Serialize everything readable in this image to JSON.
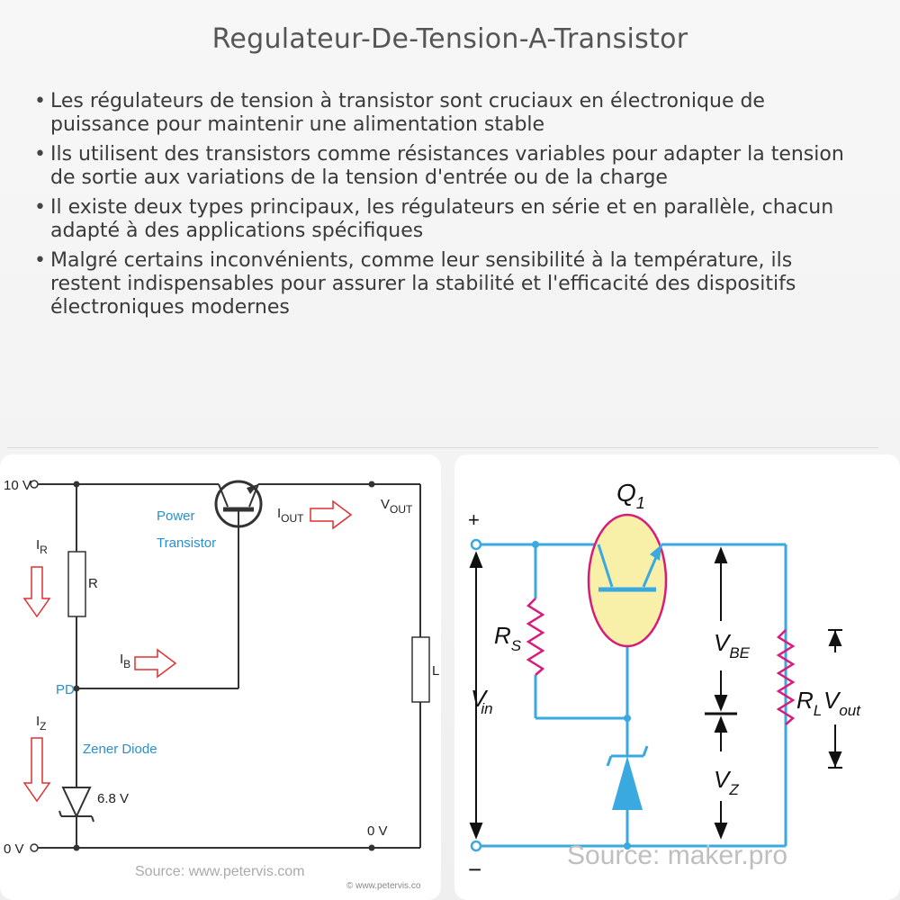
{
  "title": "Regulateur-De-Tension-A-Transistor",
  "bullets": [
    "Les régulateurs de tension à transistor sont cruciaux en électronique de puissance pour maintenir une alimentation stable",
    "Ils utilisent des transistors comme résistances variables pour adapter la tension de sortie aux variations de la tension d'entrée ou de la charge",
    "Il existe deux types principaux, les régulateurs en série et en parallèle, chacun adapté à des applications spécifiques",
    "Malgré certains inconvénients, comme leur sensibilité à la température, ils restent indispensables pour assurer la stabilité et l'efficacité des dispositifs électroniques modernes"
  ],
  "left_diagram": {
    "v_in": "10 V",
    "v_gnd": "0 V",
    "v_out": "V",
    "v_out_sub": "OUT",
    "i_out": "I",
    "i_out_sub": "OUT",
    "i_r": "I",
    "i_r_sub": "R",
    "i_b": "I",
    "i_b_sub": "B",
    "i_z": "I",
    "i_z_sub": "Z",
    "resistor": "R",
    "load": "L",
    "node_pd": "PD",
    "transistor_label_1": "Power",
    "transistor_label_2": "Transistor",
    "zener_label": "Zener Diode",
    "zener_voltage": "6.8 V",
    "zero_v": "0 V",
    "source": "Source: www.petervis.com",
    "copyright": "© www.petervis.co"
  },
  "right_diagram": {
    "q": "Q",
    "q_sub": "1",
    "plus": "+",
    "minus": "−",
    "rs": "R",
    "rs_sub": "S",
    "vin": "V",
    "vin_sub": "in",
    "vbe": "V",
    "vbe_sub": "BE",
    "vz": "V",
    "vz_sub": "Z",
    "rl": "R",
    "rl_sub": "L",
    "vout": "V",
    "vout_sub": "out",
    "source": "Source: maker.pro"
  },
  "colors": {
    "wire_left": "#333333",
    "label_blue": "#2a8fd0",
    "arrow_red": "#e03030",
    "wire_right": "#39a9e0",
    "transistor_circle": "#f8efa8",
    "circle_border": "#d81b7a",
    "resistor_pink": "#d81b7a"
  }
}
